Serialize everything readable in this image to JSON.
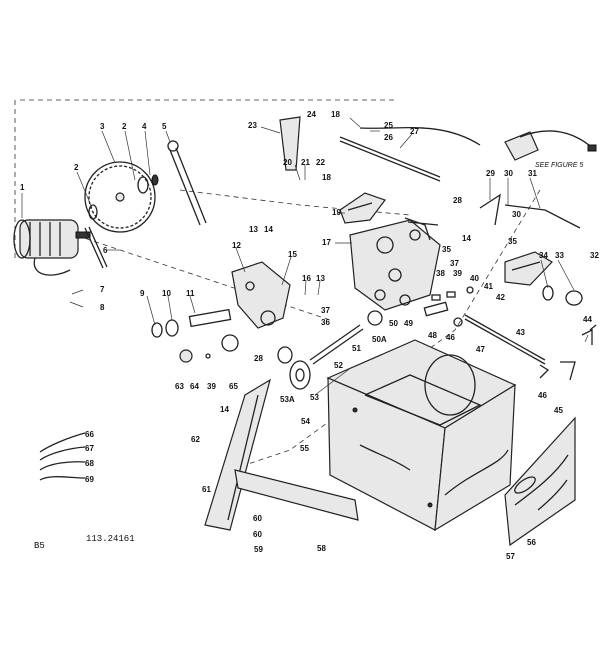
{
  "diagram": {
    "page_code": "B5",
    "drawing_number": "113.24161",
    "note_text": "SEE FIGURE 5",
    "labels": [
      "1",
      "2",
      "3",
      "2",
      "4",
      "5",
      "6",
      "7",
      "8",
      "9",
      "10",
      "11",
      "12",
      "13",
      "14",
      "15",
      "16",
      "13",
      "17",
      "18",
      "19",
      "20",
      "21",
      "22",
      "23",
      "24",
      "18",
      "25",
      "26",
      "27",
      "28",
      "29",
      "30",
      "31",
      "30",
      "14",
      "35",
      "34",
      "33",
      "32",
      "36",
      "37",
      "38",
      "39",
      "40",
      "41",
      "42",
      "37",
      "35",
      "50",
      "49",
      "48",
      "51",
      "50A",
      "52",
      "53A",
      "53",
      "54",
      "55",
      "46",
      "47",
      "43",
      "44",
      "46",
      "45",
      "56",
      "57",
      "58",
      "59",
      "60",
      "60",
      "61",
      "62",
      "63",
      "64",
      "39",
      "65",
      "28",
      "14",
      "66",
      "67",
      "68",
      "69"
    ]
  }
}
